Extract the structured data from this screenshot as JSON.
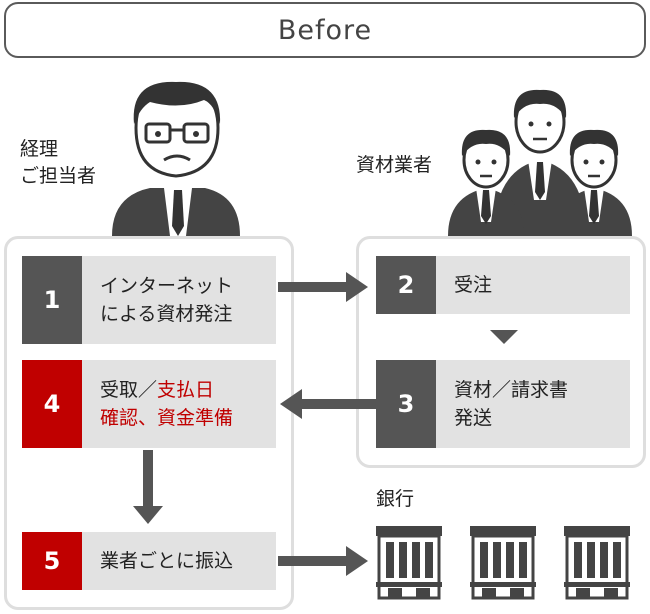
{
  "title": "Before",
  "roles": {
    "accounting": [
      "経理",
      "ご担当者"
    ],
    "supplier": "資材業者",
    "bank": "銀行"
  },
  "steps": [
    {
      "num": "1",
      "line1": "インターネット",
      "line2": "による資材発注"
    },
    {
      "num": "2",
      "line1": "受注"
    },
    {
      "num": "3",
      "line1": "資材／請求書",
      "line2": "発送"
    },
    {
      "num": "4",
      "line1_a": "受取／",
      "line1_b": "支払日",
      "line2": "確認、資金準備"
    },
    {
      "num": "5",
      "line1": "業者ごとに振込"
    }
  ],
  "colors": {
    "accent": "#c00000",
    "dark": "#555555",
    "box": "#e2e2e2",
    "border": "#dedede"
  }
}
